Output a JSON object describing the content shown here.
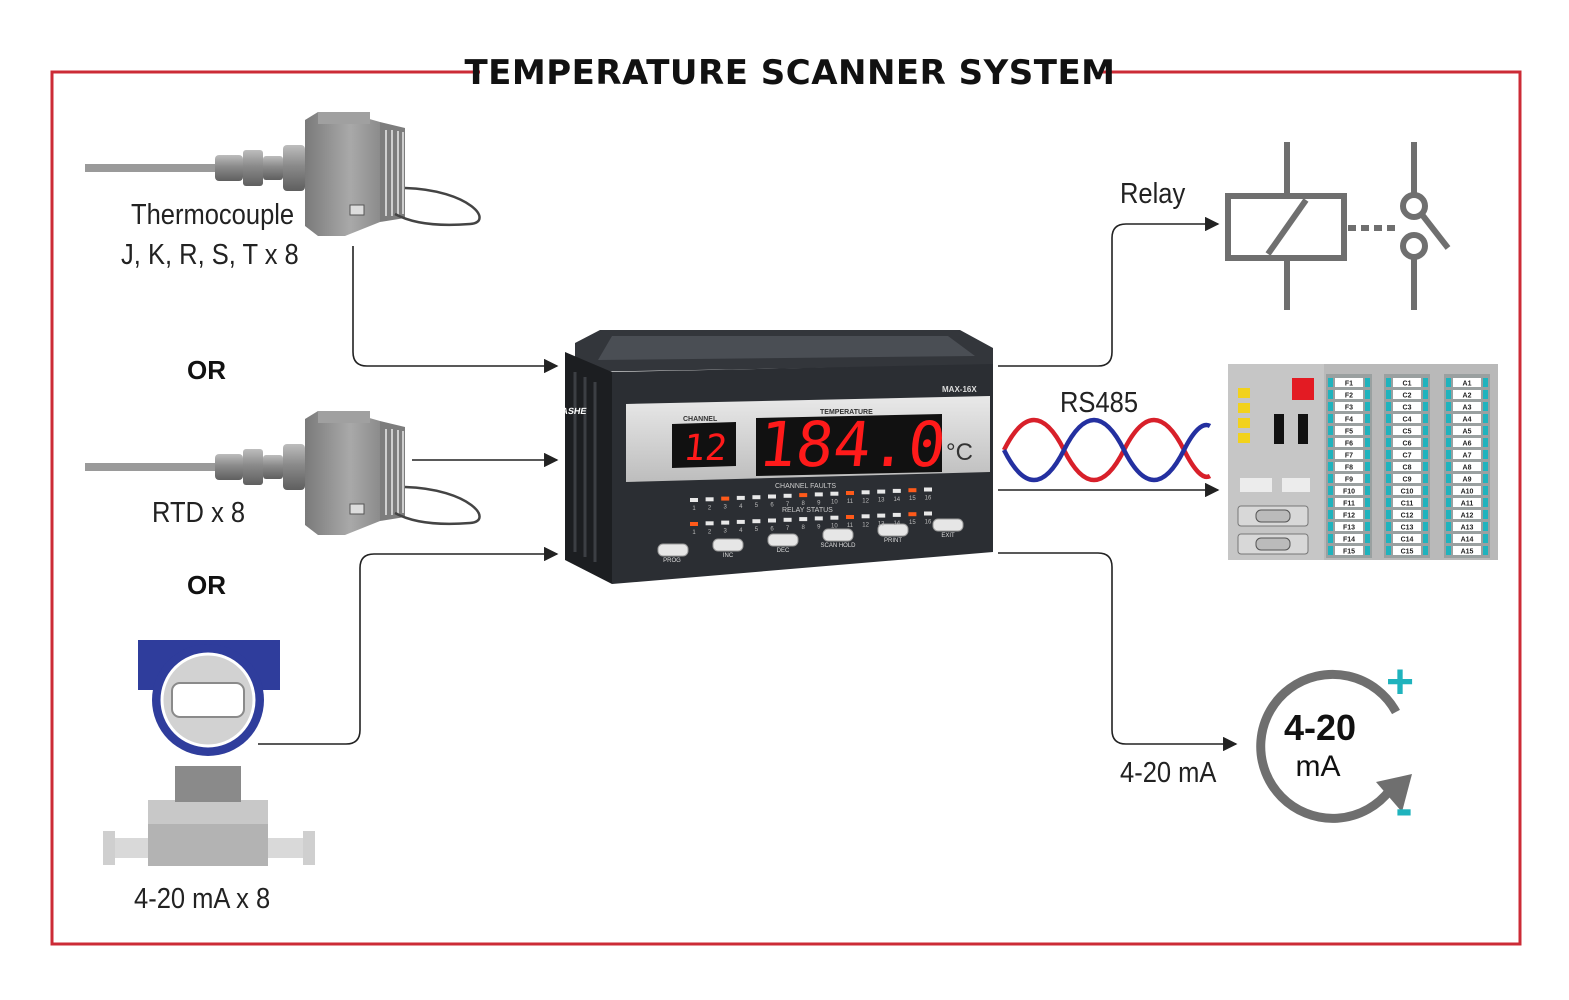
{
  "title": "TEMPERATURE SCANNER SYSTEM",
  "inputs": {
    "thermocouple_line1": "Thermocouple",
    "thermocouple_line2": "J, K, R, S, T x 8",
    "or_1": "OR",
    "rtd": "RTD x 8",
    "or_2": "OR",
    "transmitter": "4-20 mA x 8"
  },
  "outputs": {
    "relay": "Relay",
    "rs485": "RS485",
    "analog": "4-20 mA"
  },
  "device": {
    "model": "MAX-16X",
    "brand": "ASHE",
    "channel_label": "CHANNEL",
    "channel_value": "12",
    "temperature_label": "TEMPERATURE",
    "temperature_value": "184.0",
    "unit": "°C",
    "faults_label": "CHANNEL FAULTS",
    "relay_status_label": "RELAY STATUS",
    "channel_numbers": [
      "1",
      "2",
      "3",
      "4",
      "5",
      "6",
      "7",
      "8",
      "9",
      "10",
      "11",
      "12",
      "13",
      "14",
      "15",
      "16"
    ],
    "buttons": [
      "PROG",
      "INC",
      "DEC",
      "SCAN HOLD",
      "PRINT",
      "EXIT"
    ]
  },
  "plc": {
    "col1": [
      "F1",
      "F2",
      "F3",
      "F4",
      "F5",
      "F6",
      "F7",
      "F8",
      "F9",
      "F10",
      "F11",
      "F12",
      "F13",
      "F14",
      "F15"
    ],
    "col2": [
      "C1",
      "C2",
      "C3",
      "C4",
      "C5",
      "C6",
      "C7",
      "C8",
      "C9",
      "C10",
      "C11",
      "C12",
      "C13",
      "C14",
      "C15"
    ],
    "col3": [
      "A1",
      "A2",
      "A3",
      "A4",
      "A5",
      "A6",
      "A7",
      "A8",
      "A9",
      "A10",
      "A11",
      "A12",
      "A13",
      "A14",
      "A15"
    ]
  },
  "ma_icon": {
    "value": "4-20",
    "unit": "mA",
    "plus": "+",
    "minus": "-"
  },
  "colors": {
    "frame": "#cc2b36",
    "line": "#222222",
    "device_body": "#2b2e33",
    "display_red": "#ff1a1a",
    "icon_gray": "#6f6f6f",
    "accent_teal": "#1fb3bd",
    "sensor_blue": "#2f3d9c",
    "rs485_red": "#d8202a",
    "rs485_blue": "#2430a0"
  }
}
